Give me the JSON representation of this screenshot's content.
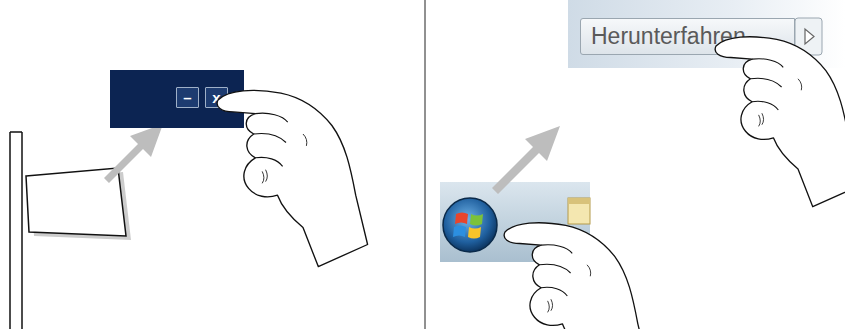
{
  "diagram": {
    "nodes": [
      {
        "text": [
          "–"
        ]
      },
      {
        "text": [
          "x"
        ]
      },
      {
        "text": [
          "Herunterfahren"
        ]
      }
    ]
  }
}
